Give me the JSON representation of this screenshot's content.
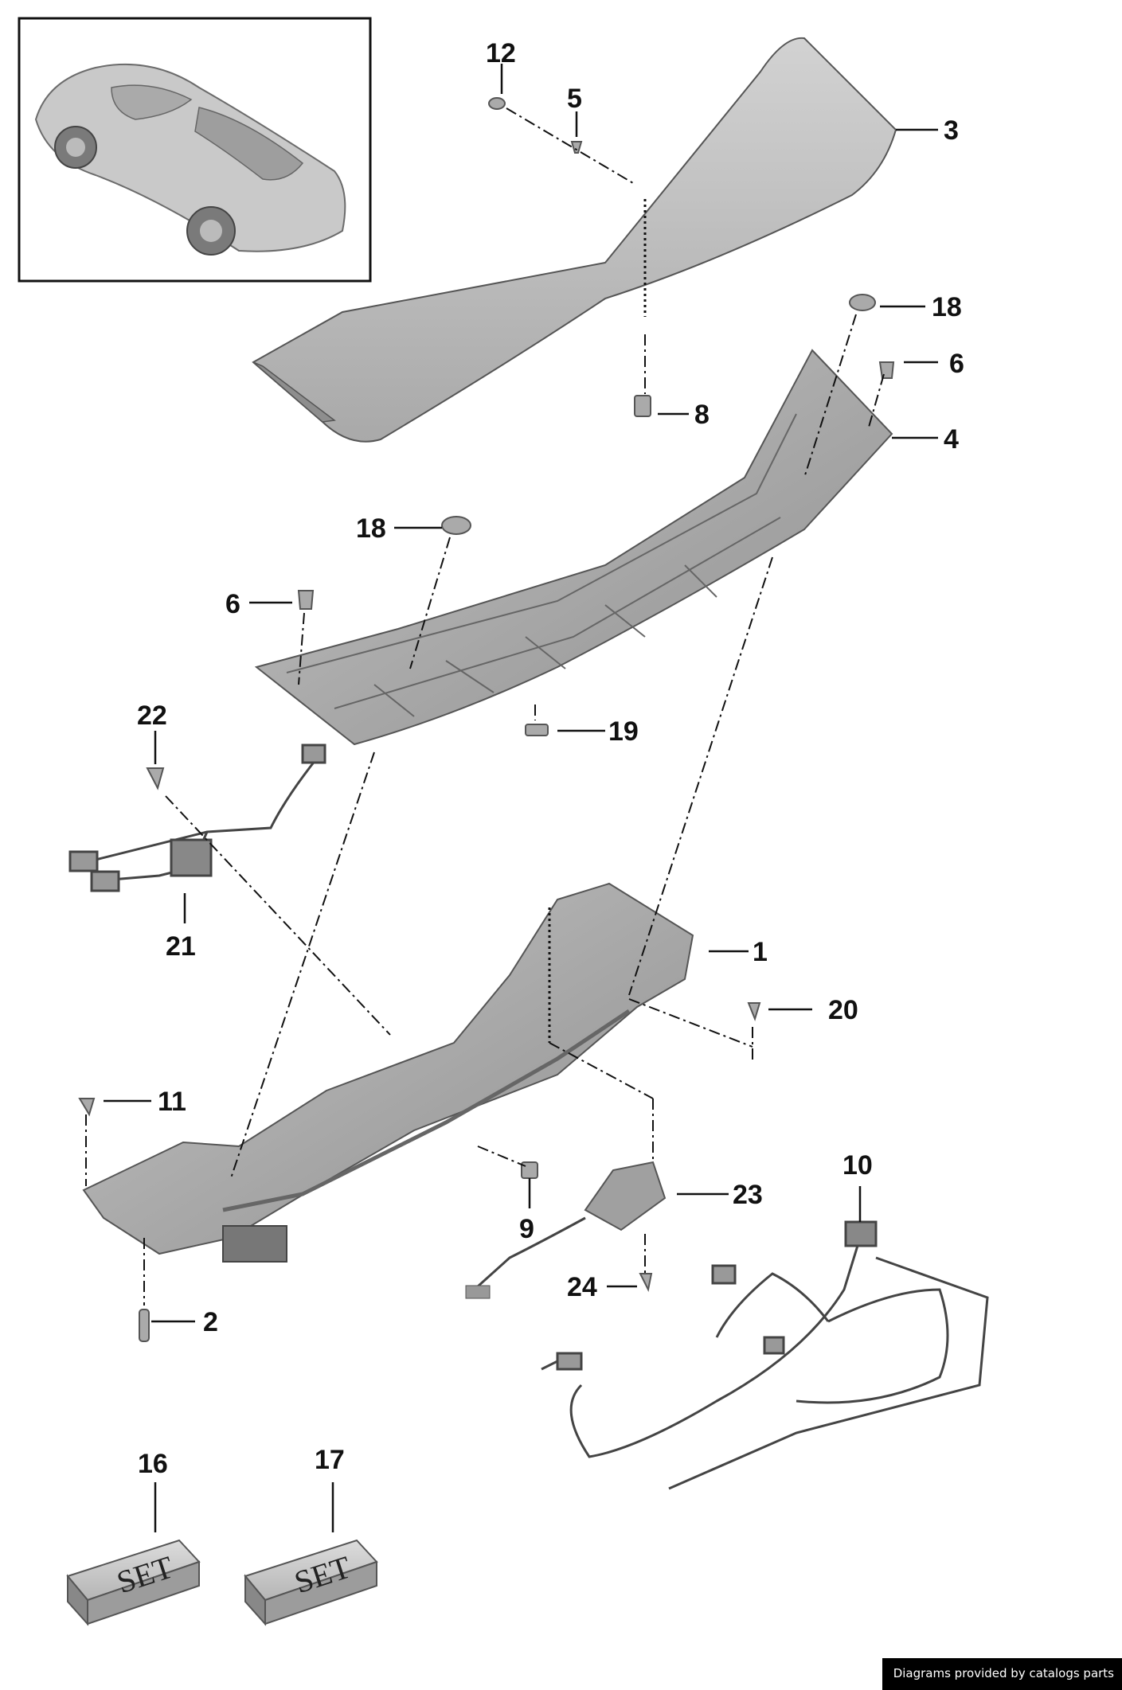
{
  "callouts": [
    {
      "id": "c1",
      "label": "1"
    },
    {
      "id": "c2",
      "label": "2"
    },
    {
      "id": "c3",
      "label": "3"
    },
    {
      "id": "c4",
      "label": "4"
    },
    {
      "id": "c5",
      "label": "5"
    },
    {
      "id": "c6a",
      "label": "6"
    },
    {
      "id": "c6b",
      "label": "6"
    },
    {
      "id": "c8",
      "label": "8"
    },
    {
      "id": "c9",
      "label": "9"
    },
    {
      "id": "c10",
      "label": "10"
    },
    {
      "id": "c11",
      "label": "11"
    },
    {
      "id": "c12",
      "label": "12"
    },
    {
      "id": "c16",
      "label": "16"
    },
    {
      "id": "c17",
      "label": "17"
    },
    {
      "id": "c18a",
      "label": "18"
    },
    {
      "id": "c18b",
      "label": "18"
    },
    {
      "id": "c19",
      "label": "19"
    },
    {
      "id": "c20",
      "label": "20"
    },
    {
      "id": "c21",
      "label": "21"
    },
    {
      "id": "c22",
      "label": "22"
    },
    {
      "id": "c23",
      "label": "23"
    },
    {
      "id": "c24",
      "label": "24"
    }
  ],
  "set_boxes": [
    {
      "label": "SET"
    },
    {
      "label": "SET"
    }
  ],
  "credit": "Diagrams provided by catalogs parts"
}
